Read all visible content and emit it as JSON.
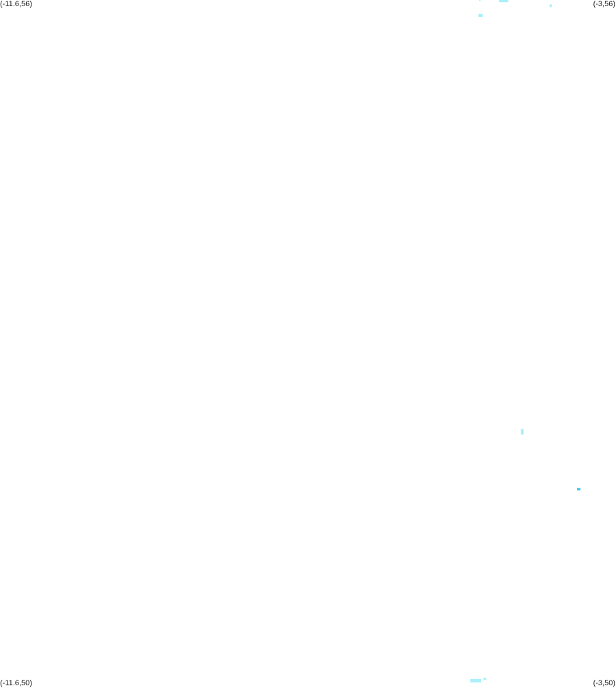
{
  "map": {
    "corners": {
      "top_left": "(-11.6,56)",
      "top_right": "(-3,56)",
      "bottom_left": "(-11.6,50)",
      "bottom_right": "(-3,50)"
    },
    "extent": {
      "lon_min": -11.6,
      "lon_max": -3,
      "lat_min": 50,
      "lat_max": 56
    },
    "colors": {
      "background": "#ffffff",
      "light_feature": "#aaf0fa",
      "medium_feature": "#33c6ee",
      "label_text": "#1a1a1a"
    },
    "features": [
      {
        "lon": -4.9,
        "lat": 56.0,
        "w": 0.02,
        "h": 0.02,
        "shade": "light"
      },
      {
        "lon": -4.57,
        "lat": 55.998,
        "w": 0.13,
        "h": 0.035,
        "shade": "light"
      },
      {
        "lon": -4.89,
        "lat": 55.865,
        "w": 0.06,
        "h": 0.03,
        "shade": "light"
      },
      {
        "lon": -3.91,
        "lat": 55.95,
        "w": 0.03,
        "h": 0.025,
        "shade": "light"
      },
      {
        "lon": -4.31,
        "lat": 52.22,
        "w": 0.04,
        "h": 0.05,
        "shade": "light"
      },
      {
        "lon": -3.52,
        "lat": 51.717,
        "w": 0.05,
        "h": 0.02,
        "shade": "medium"
      },
      {
        "lon": -4.96,
        "lat": 50.04,
        "w": 0.15,
        "h": 0.03,
        "shade": "light"
      },
      {
        "lon": -4.83,
        "lat": 50.055,
        "w": 0.04,
        "h": 0.02,
        "shade": "light"
      }
    ]
  }
}
